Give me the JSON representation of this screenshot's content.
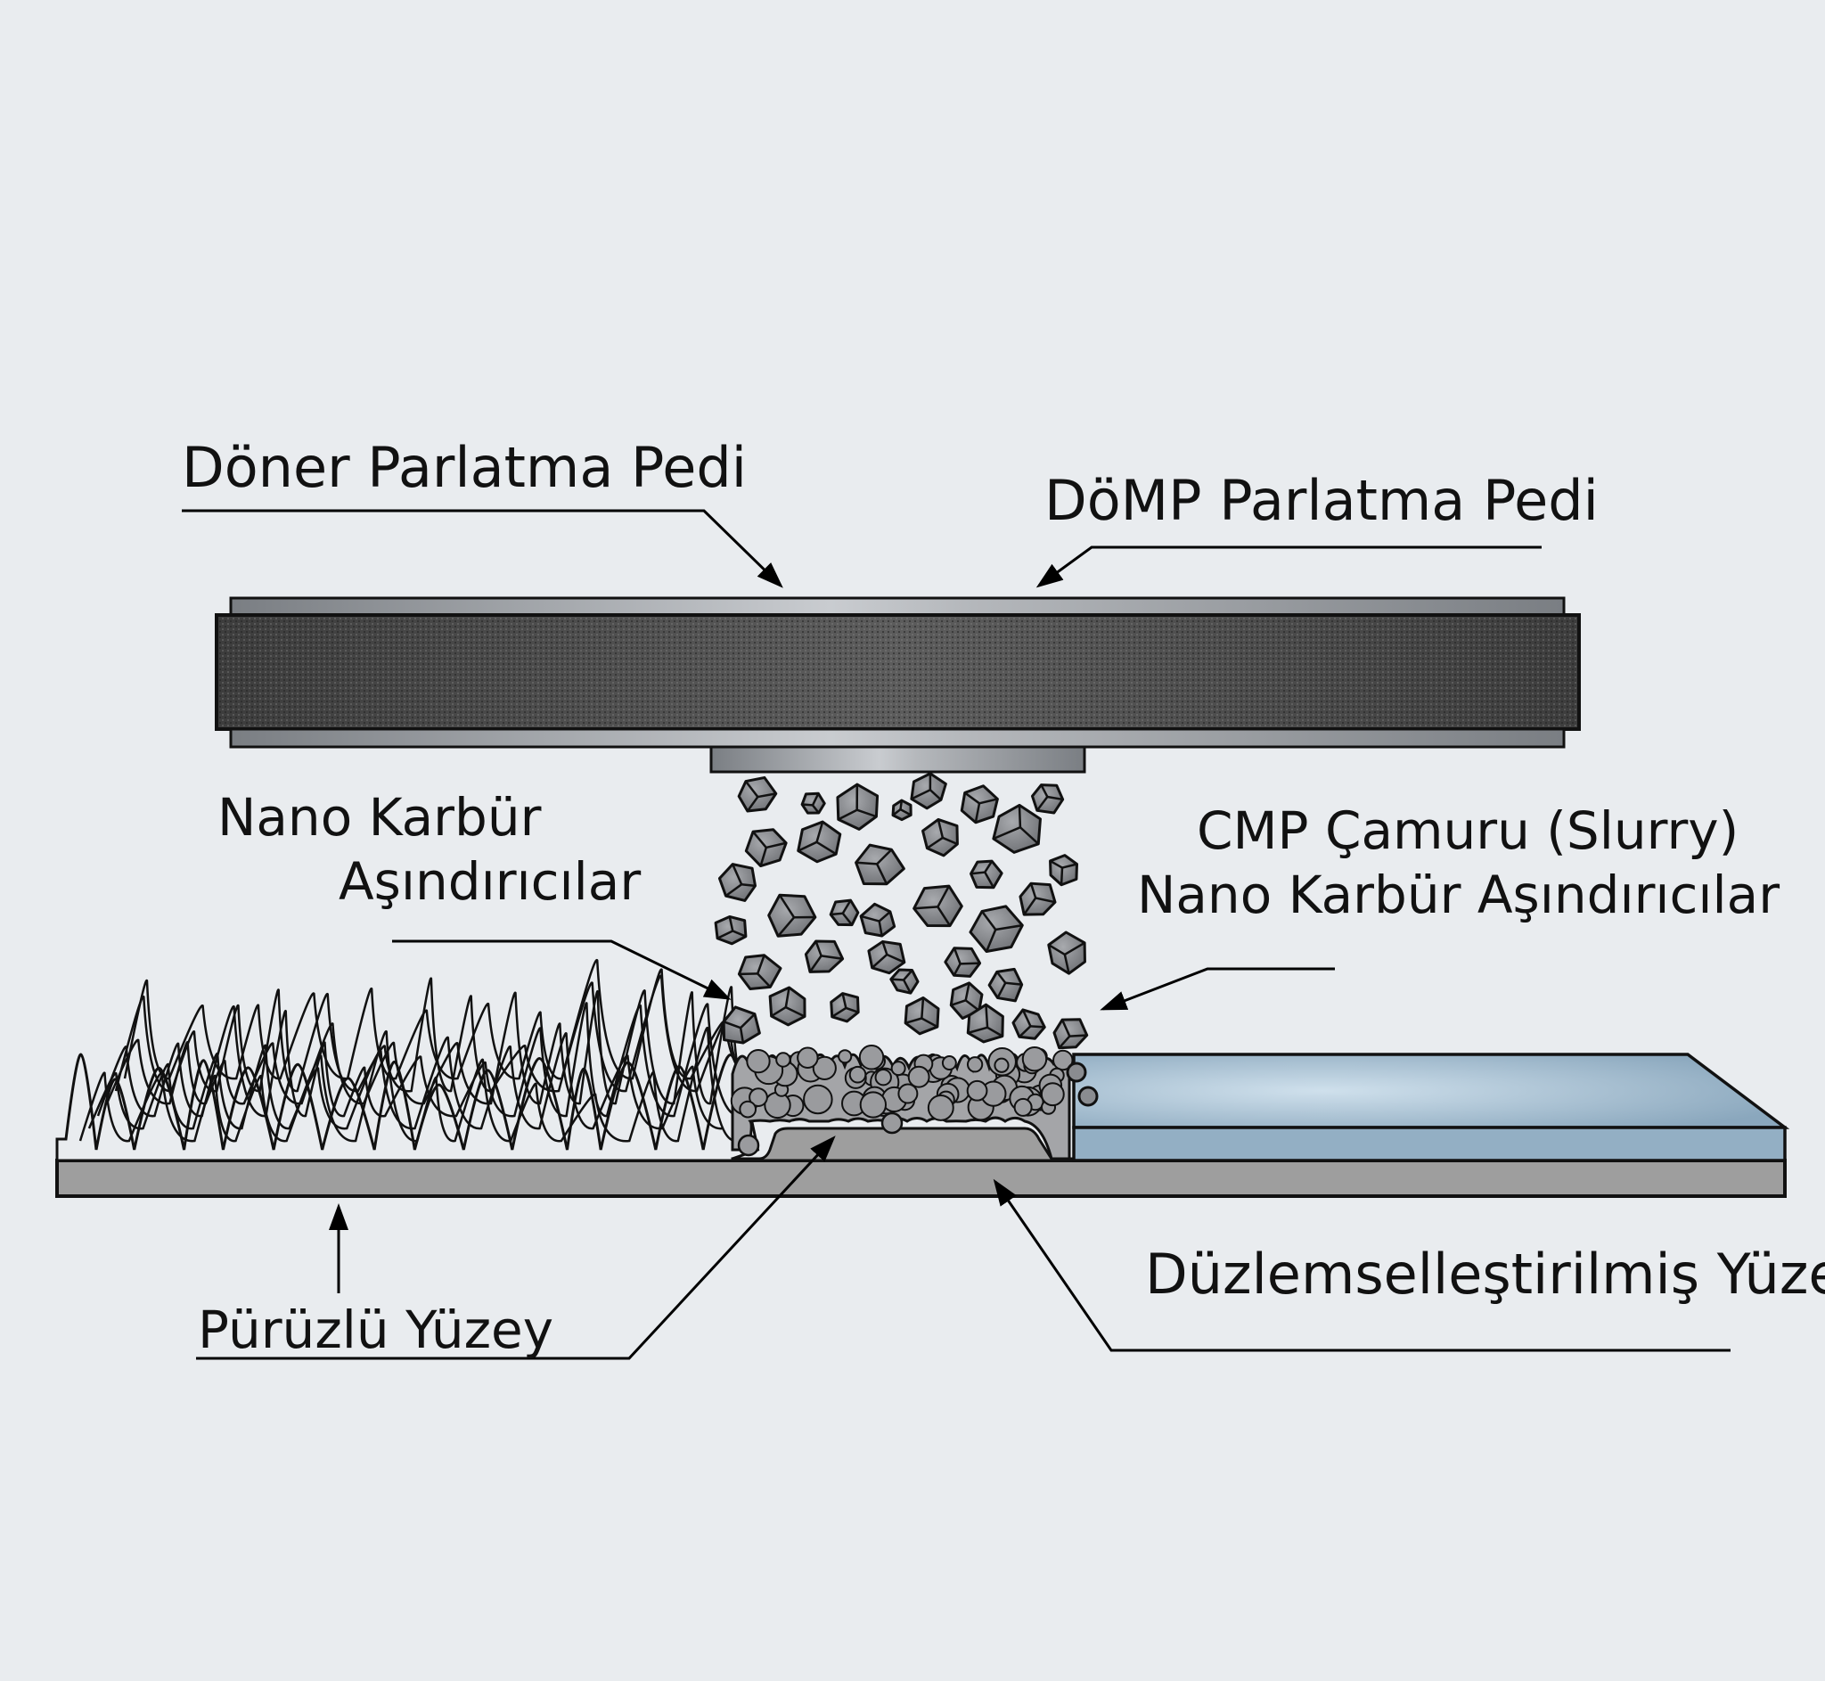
{
  "diagram": {
    "type": "cross-section",
    "labels": {
      "rotating_pad": "Döner Parlatma Pedi",
      "domp_pad": "DöMP Parlatma Pedi",
      "abrasives_line1": "Nano Karbür",
      "abrasives_line2": "Aşındırıcılar",
      "slurry_line1": "CMP Çamuru (Slurry)",
      "slurry_line2": "Nano Karbür Aşındırıcılar",
      "rough_surface": "Pürüzlü Yüzey",
      "planarized_surface": "Düzlemselleştirilmiş Yüzey"
    },
    "components": [
      "rotating-polishing-pad",
      "pad-holder",
      "nano-carbide-abrasive-particles",
      "rough-surface",
      "slurry-contact-zone",
      "planarized-blue-layer",
      "substrate"
    ],
    "colors": {
      "background": "#e9ecef",
      "pad_dark": "#4a4a4a",
      "plate_gray": "#8e9296",
      "particle_gray": "#8a8c90",
      "substrate_gray": "#9e9e9e",
      "planarized_blue": "#9ab4c8",
      "outline": "#111111"
    }
  }
}
